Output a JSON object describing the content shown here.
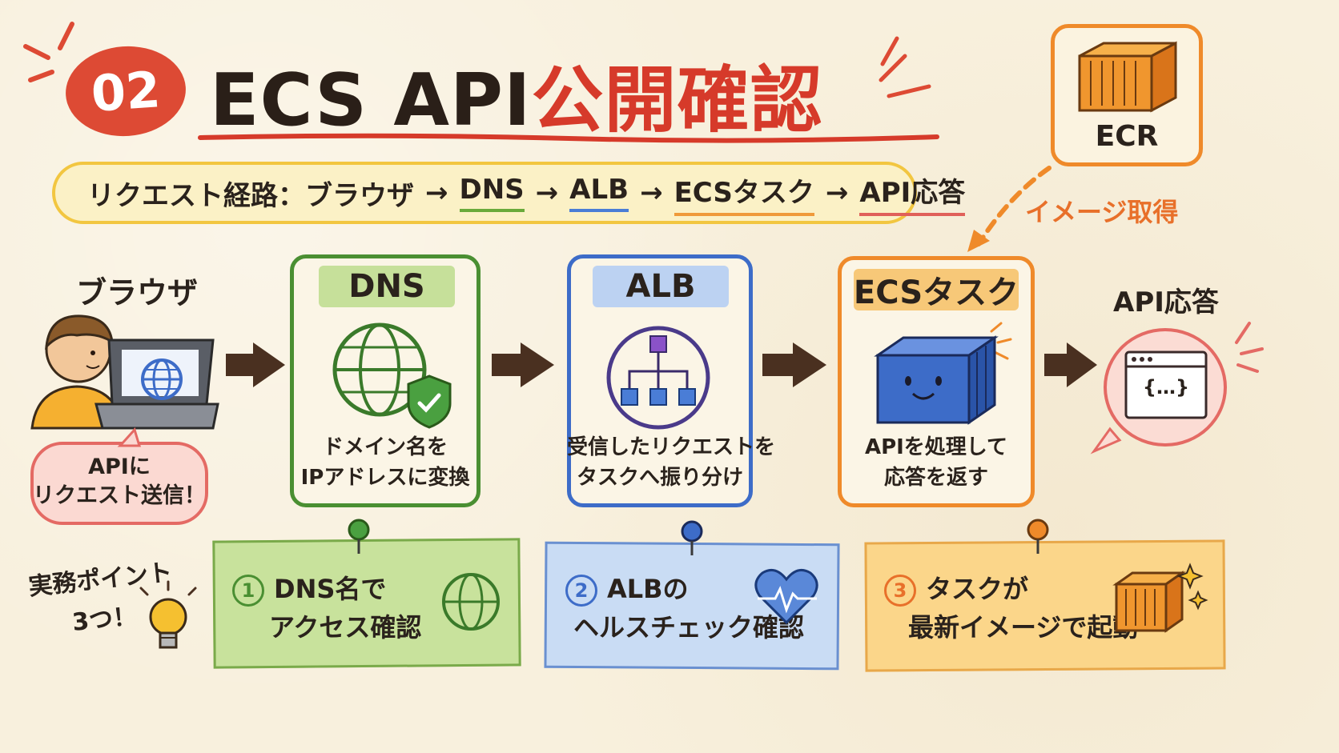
{
  "header": {
    "badge_number": "02",
    "title_en": "ECS API",
    "title_jp": "公開確認"
  },
  "route": {
    "prefix": "リクエスト経路：ブラウザ",
    "steps": [
      "DNS",
      "ALB",
      "ECSタスク",
      "API応答"
    ],
    "arrow": "→"
  },
  "ecr": {
    "label": "ECR",
    "fetch_label": "イメージ取得"
  },
  "browser": {
    "label": "ブラウザ",
    "bubble_line1": "APIに",
    "bubble_line2": "リクエスト送信！"
  },
  "stages": {
    "dns": {
      "tag": "DNS",
      "desc_line1": "ドメイン名を",
      "desc_line2": "IPアドレスに変換"
    },
    "alb": {
      "tag": "ALB",
      "desc_line1": "受信したリクエストを",
      "desc_line2": "タスクへ振り分け"
    },
    "ecs": {
      "tag": "ECSタスク",
      "desc_line1": "APIを処理して",
      "desc_line2": "応答を返す"
    }
  },
  "api_response": {
    "label": "API応答",
    "code_glyph": "{…}"
  },
  "points": {
    "label_line1": "実務ポイント",
    "label_line2": "3つ！",
    "items": [
      {
        "num": "1",
        "line1": "DNS名で",
        "line2": "アクセス確認"
      },
      {
        "num": "2",
        "line1": "ALBの",
        "line2": "ヘルスチェック確認"
      },
      {
        "num": "3",
        "line1": "タスクが",
        "line2": "最新イメージで起動"
      }
    ]
  },
  "colors": {
    "accent_red": "#d63a2a",
    "dns_green": "#4a8f32",
    "alb_blue": "#3d6cc8",
    "ecs_orange": "#ef8a2a",
    "route_yellow": "#f2c640"
  }
}
